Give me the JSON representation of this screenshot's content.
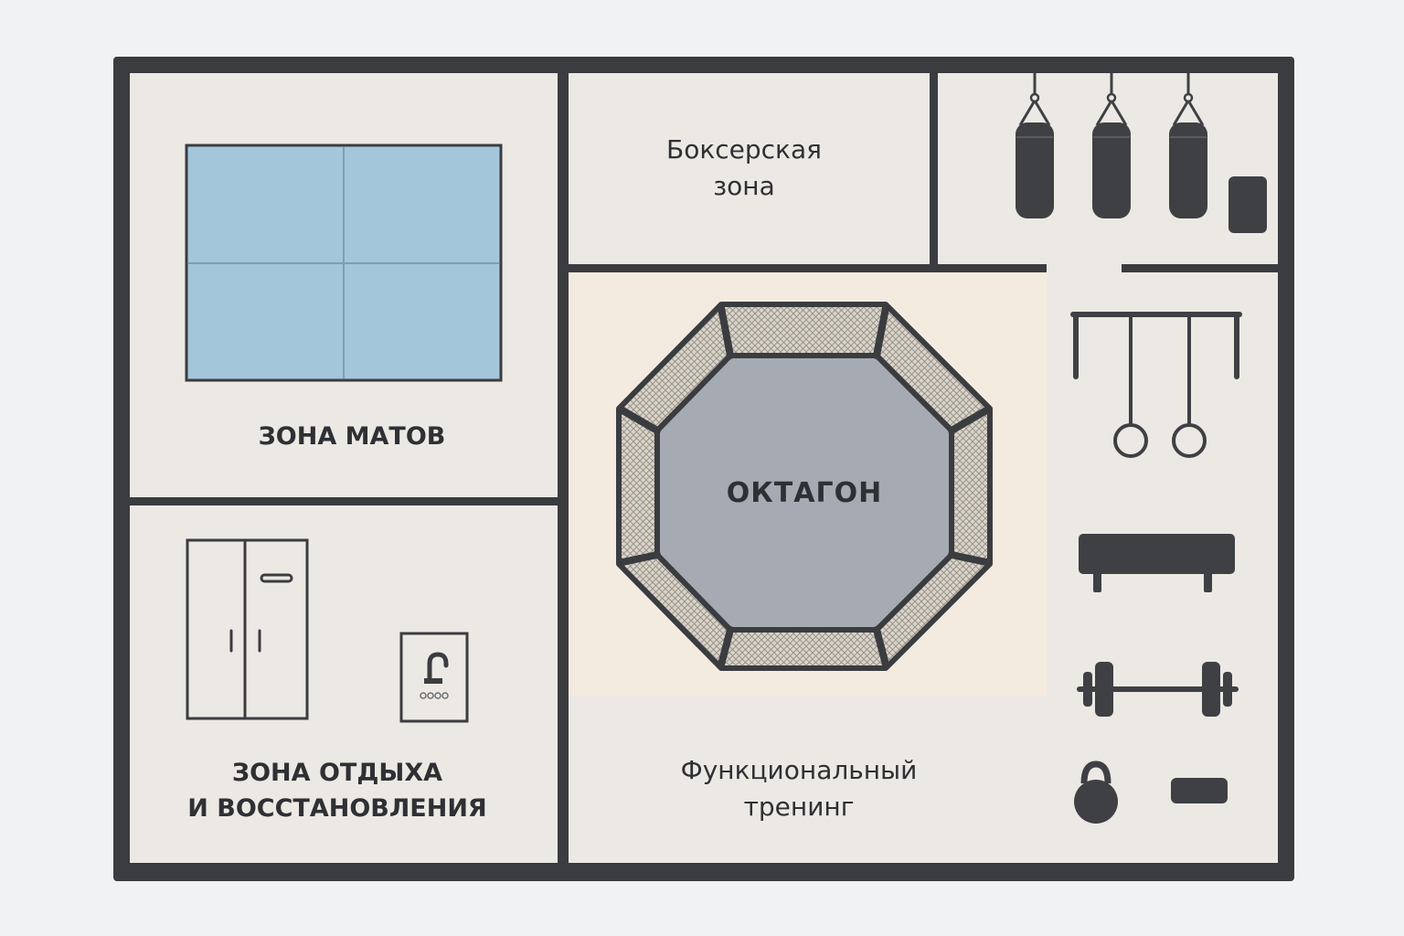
{
  "zones": {
    "mats": {
      "label": "ЗОНА МАТОВ"
    },
    "boxing": {
      "label_line1": "Боксерская",
      "label_line2": "зона"
    },
    "octagon": {
      "label": "ОКТАГОН"
    },
    "rest": {
      "label_line1": "ЗОНА ОТДЫХА",
      "label_line2": "И ВОССТАНОВЛЕНИЯ"
    },
    "functional": {
      "label_line1": "Функциональный",
      "label_line2": "тренинг"
    }
  },
  "equipment": {
    "punching_bags": 3,
    "hanging_rings": 2
  },
  "colors": {
    "wall": "#3a3c40",
    "floor": "#ece9e4",
    "mats": "#a4c6db",
    "octagon_floor": "#a6aab2",
    "octagon_area": "#f4ebe0",
    "equipment": "#3e4044"
  }
}
